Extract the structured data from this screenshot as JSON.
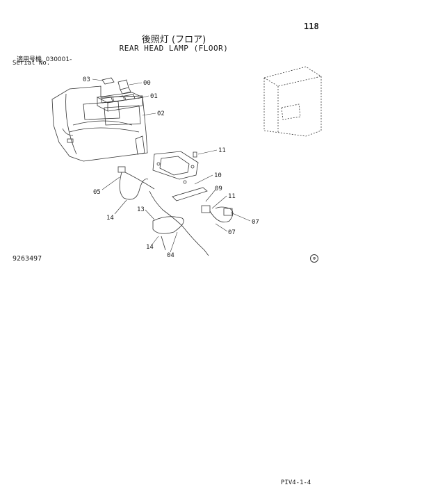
{
  "page_number": "118",
  "title_jp": "後照灯 (フロア)",
  "title_en": "REAR HEAD LAMP (FLOOR)",
  "serial": {
    "label_jp": "適用号機",
    "value": "030001-",
    "label_en": "Serial No."
  },
  "drawing_number": "9263497",
  "footer_code": "PIV4-1-4",
  "callouts": [
    "03",
    "00",
    "01",
    "02",
    "11",
    "10",
    "05",
    "09",
    "11",
    "14",
    "13",
    "07",
    "07",
    "14",
    "04"
  ]
}
